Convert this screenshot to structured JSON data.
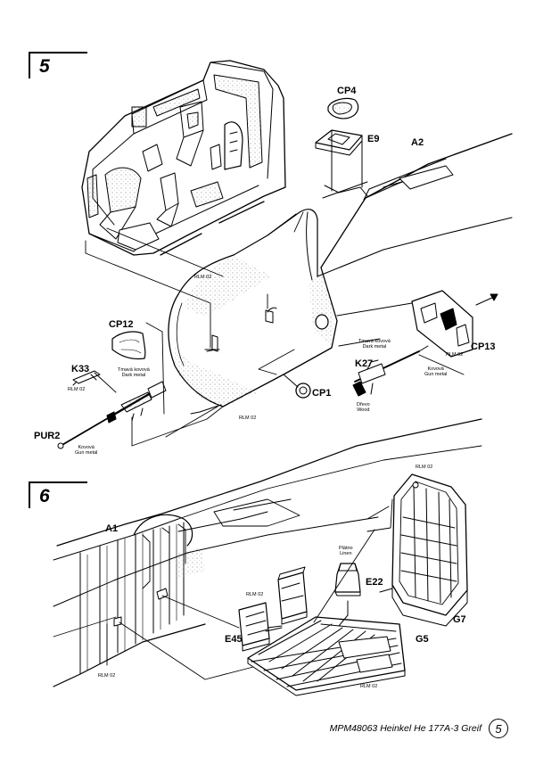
{
  "steps": {
    "s5": "5",
    "s6": "6"
  },
  "parts": {
    "CP4": "CP4",
    "E9": "E9",
    "A2": "A2",
    "CP12": "CP12",
    "K33": "K33",
    "PUR2": "PUR2",
    "CP1": "CP1",
    "K27": "K27",
    "CP13": "CP13",
    "A1": "A1",
    "E22": "E22",
    "E45": "E45",
    "G5": "G5",
    "G7": "G7"
  },
  "notes": {
    "rlm02": "RLM 02",
    "dark_metal_cz": "Tmavá kovová",
    "dark_metal_en": "Dark metal",
    "gun_metal_cz": "Kovová",
    "gun_metal_en": "Gun metal",
    "wood_cz": "Dřevo",
    "wood_en": "Wood",
    "linen_cz": "Plátno",
    "linen_en": "Linen"
  },
  "footer": {
    "title": "MPM48063  Heinkel He 177A-3 Greif",
    "page": "5"
  }
}
